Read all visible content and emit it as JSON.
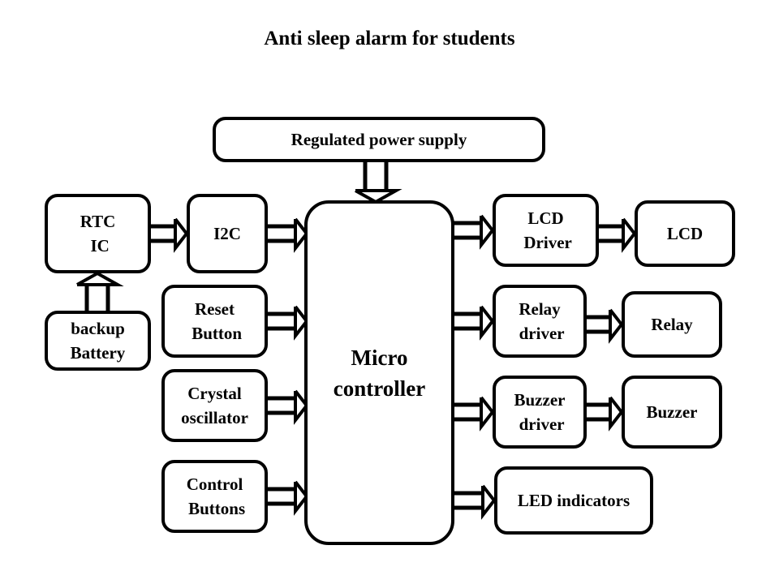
{
  "title": "Anti sleep alarm for students",
  "blocks": {
    "power_supply": "Regulated power supply",
    "rtc_ic": "RTC\n IC",
    "i2c": "I2C",
    "backup_battery": "backup\nBattery",
    "reset_button": "Reset\n Button",
    "crystal_oscillator": "Crystal\noscillator",
    "control_buttons": "Control\n Buttons",
    "microcontroller": "Micro\ncontroller",
    "lcd_driver": "LCD\n Driver",
    "lcd": "LCD",
    "relay_driver": "Relay\n driver",
    "relay": "Relay",
    "buzzer_driver": "Buzzer\n driver",
    "buzzer": "Buzzer",
    "led_indicators": "LED indicators"
  },
  "connections": [
    {
      "from": "power_supply",
      "to": "microcontroller"
    },
    {
      "from": "rtc_ic",
      "to": "i2c"
    },
    {
      "from": "backup_battery",
      "to": "rtc_ic"
    },
    {
      "from": "i2c",
      "to": "microcontroller"
    },
    {
      "from": "reset_button",
      "to": "microcontroller"
    },
    {
      "from": "crystal_oscillator",
      "to": "microcontroller"
    },
    {
      "from": "control_buttons",
      "to": "microcontroller"
    },
    {
      "from": "microcontroller",
      "to": "lcd_driver"
    },
    {
      "from": "lcd_driver",
      "to": "lcd"
    },
    {
      "from": "microcontroller",
      "to": "relay_driver"
    },
    {
      "from": "relay_driver",
      "to": "relay"
    },
    {
      "from": "microcontroller",
      "to": "buzzer_driver"
    },
    {
      "from": "buzzer_driver",
      "to": "buzzer"
    },
    {
      "from": "microcontroller",
      "to": "led_indicators"
    }
  ]
}
